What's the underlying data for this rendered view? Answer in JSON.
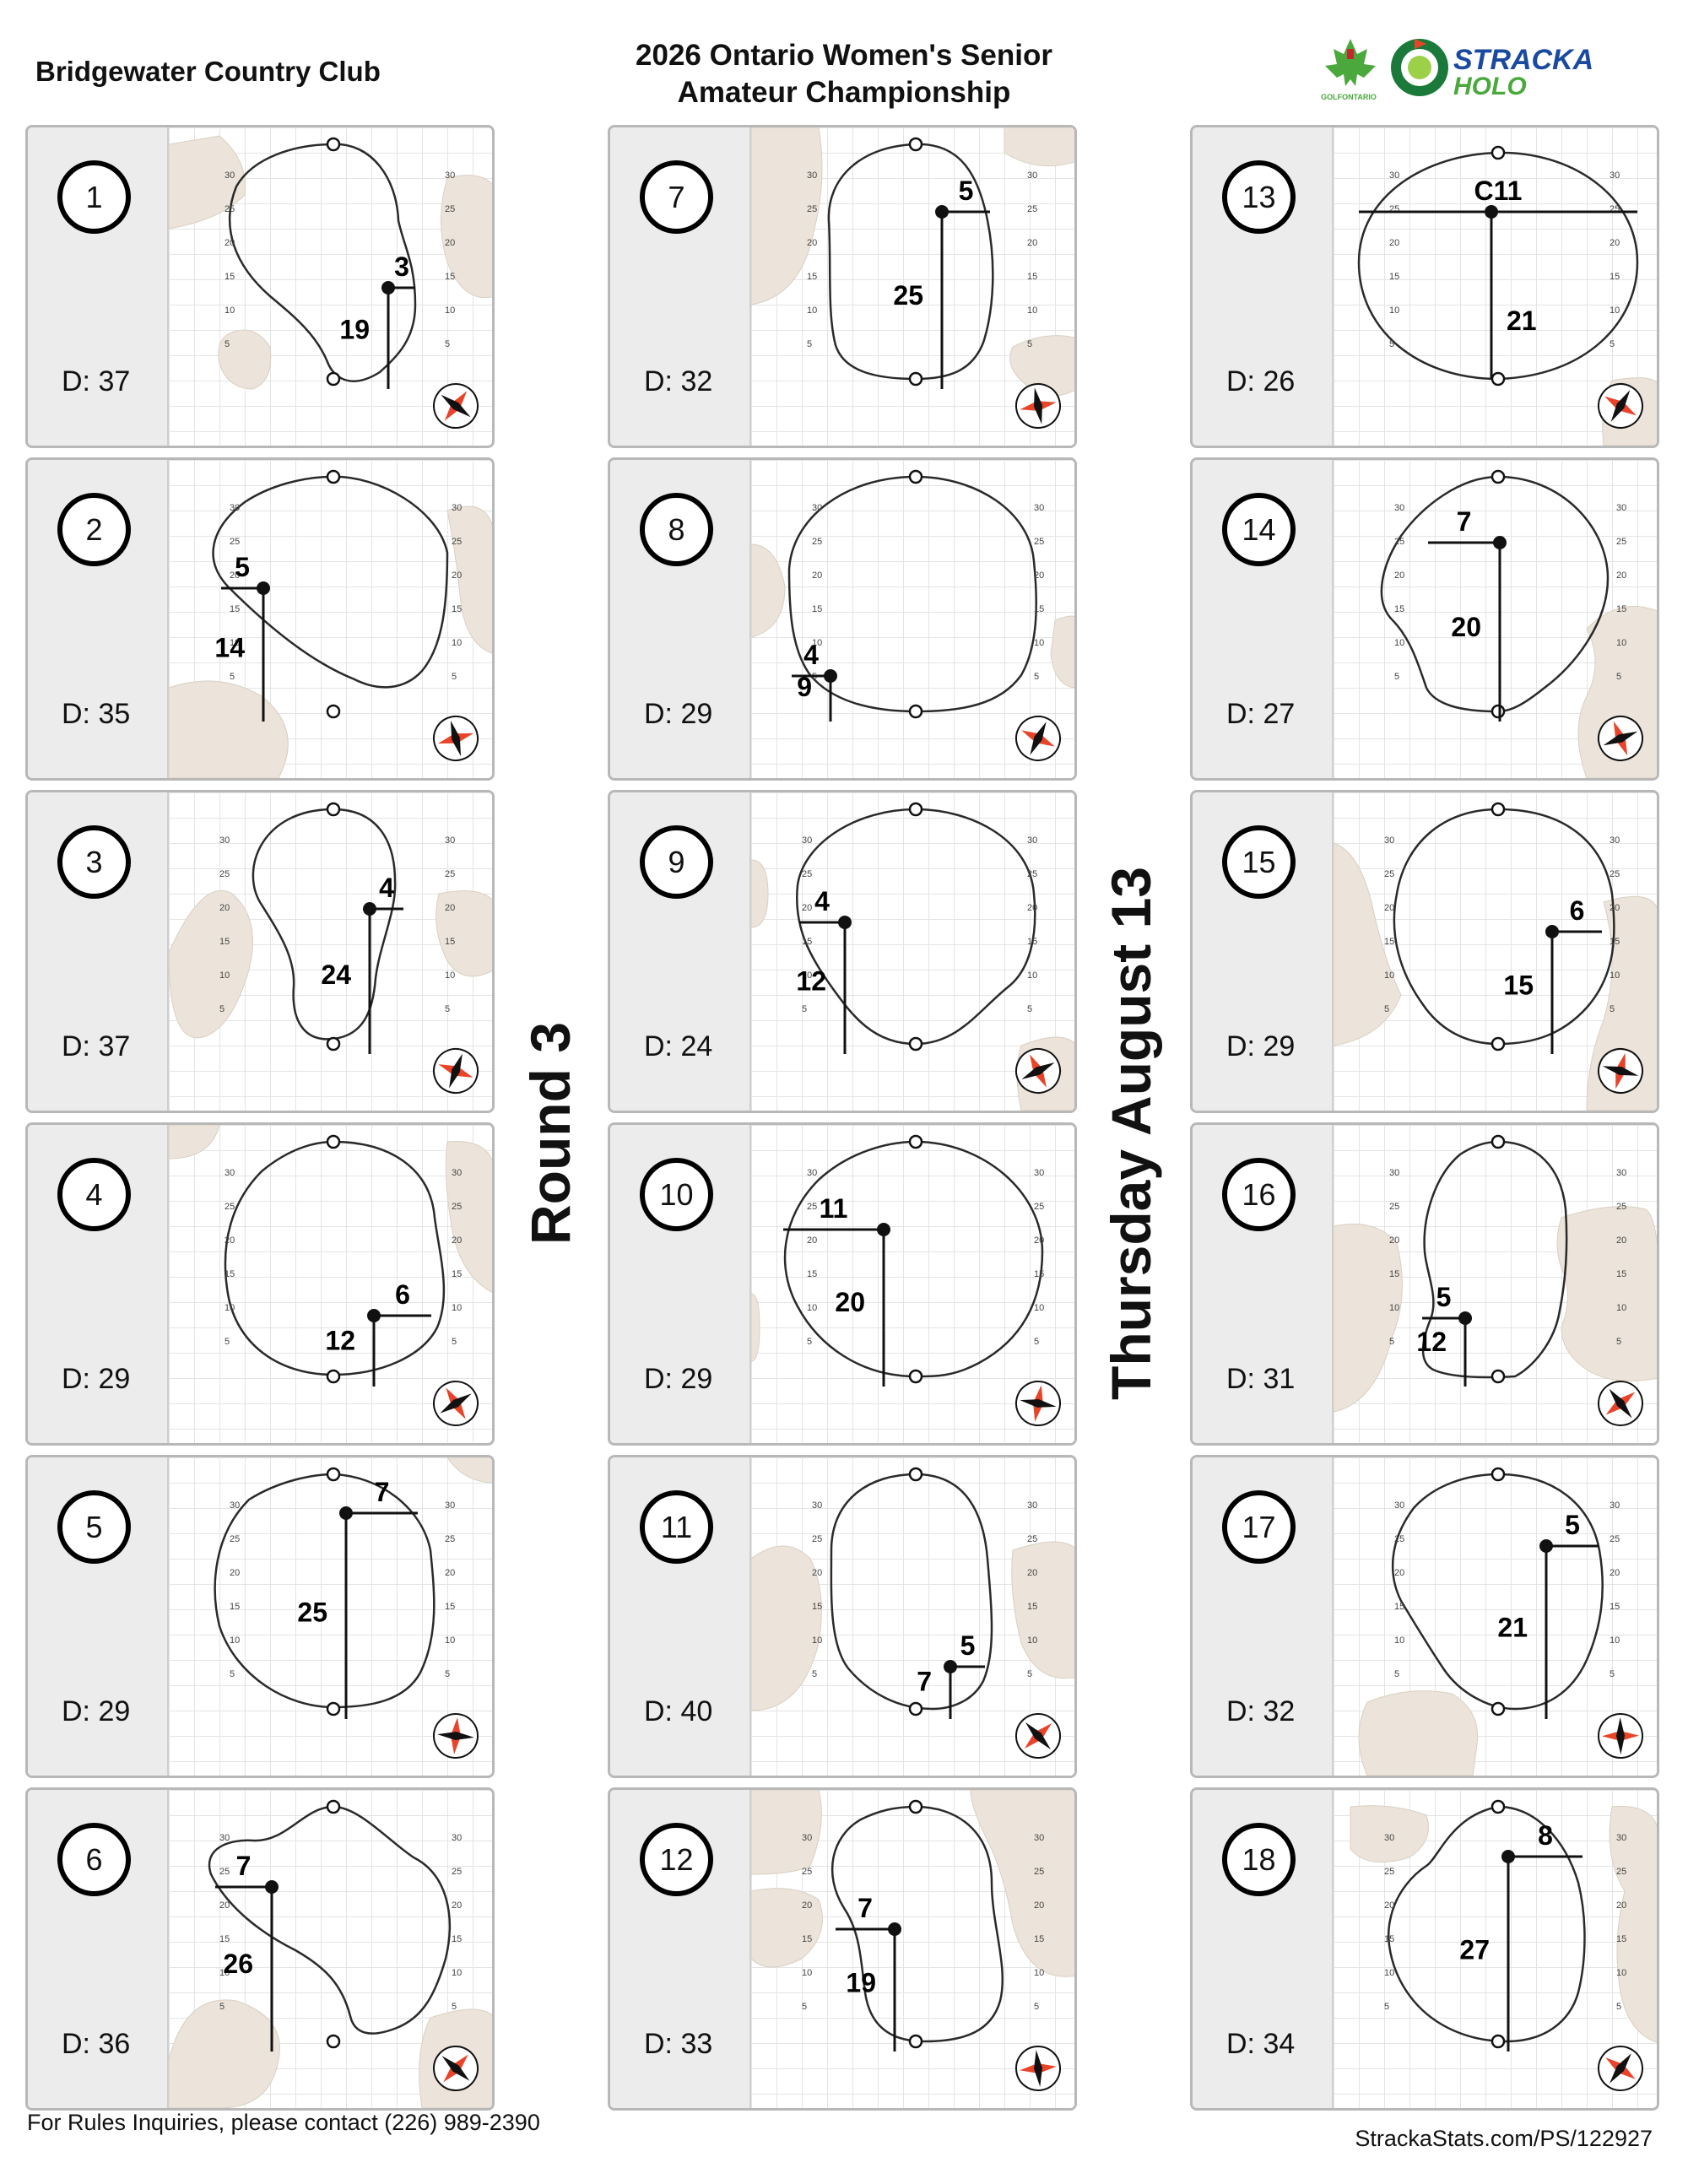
{
  "header": {
    "club": "Bridgewater Country Club",
    "event_line1": "2026 Ontario Women's Senior",
    "event_line2": "Amateur Championship",
    "logo1_text": "GOLFONTARIO",
    "logo2_line1": "STRACKA",
    "logo2_line2": "HOLO"
  },
  "side_text": {
    "round": "Round 3",
    "date": "Thursday August 13"
  },
  "footer": {
    "rules": "For Rules Inquiries, please contact (226) 989-2390",
    "site": "StrackaStats.com/PS/122927"
  },
  "colors": {
    "bunker": "#ece4da",
    "grid": "#e4e4e4",
    "panel": "#ececec",
    "compass_red": "#e8442a",
    "logo_green": "#4aa83c",
    "logo_blue": "#1a4aa0"
  },
  "holes": [
    {
      "number": "1",
      "depth": "D: 37",
      "from_front": "19",
      "from_side": "3",
      "side": "right",
      "top_label": "",
      "depth_num": 37,
      "from_front_num": 19,
      "from_side_num": 3
    },
    {
      "number": "2",
      "depth": "D: 35",
      "from_front": "14",
      "from_side": "5",
      "side": "left",
      "top_label": "",
      "depth_num": 35,
      "from_front_num": 14,
      "from_side_num": 5
    },
    {
      "number": "3",
      "depth": "D: 37",
      "from_front": "24",
      "from_side": "4",
      "side": "right",
      "top_label": "",
      "depth_num": 37,
      "from_front_num": 24,
      "from_side_num": 4
    },
    {
      "number": "4",
      "depth": "D: 29",
      "from_front": "12",
      "from_side": "6",
      "side": "right",
      "top_label": "",
      "depth_num": 29,
      "from_front_num": 12,
      "from_side_num": 6
    },
    {
      "number": "5",
      "depth": "D: 29",
      "from_front": "25",
      "from_side": "7",
      "side": "right",
      "top_label": "",
      "depth_num": 29,
      "from_front_num": 25,
      "from_side_num": 7
    },
    {
      "number": "6",
      "depth": "D: 36",
      "from_front": "26",
      "from_side": "7",
      "side": "left",
      "top_label": "",
      "depth_num": 36,
      "from_front_num": 26,
      "from_side_num": 7
    },
    {
      "number": "7",
      "depth": "D: 32",
      "from_front": "25",
      "from_side": "5",
      "side": "right",
      "top_label": "",
      "depth_num": 32,
      "from_front_num": 25,
      "from_side_num": 5
    },
    {
      "number": "8",
      "depth": "D: 29",
      "from_front": "9",
      "from_side": "4",
      "side": "left",
      "top_label": "",
      "depth_num": 29,
      "from_front_num": 9,
      "from_side_num": 4
    },
    {
      "number": "9",
      "depth": "D: 24",
      "from_front": "12",
      "from_side": "4",
      "side": "left",
      "top_label": "",
      "depth_num": 24,
      "from_front_num": 12,
      "from_side_num": 4
    },
    {
      "number": "10",
      "depth": "D: 29",
      "from_front": "20",
      "from_side": "11",
      "side": "left",
      "top_label": "",
      "depth_num": 29,
      "from_front_num": 20,
      "from_side_num": 11
    },
    {
      "number": "11",
      "depth": "D: 40",
      "from_front": "7",
      "from_side": "5",
      "side": "right",
      "top_label": "",
      "depth_num": 40,
      "from_front_num": 7,
      "from_side_num": 5
    },
    {
      "number": "12",
      "depth": "D: 33",
      "from_front": "19",
      "from_side": "7",
      "side": "left",
      "top_label": "",
      "depth_num": 33,
      "from_front_num": 19,
      "from_side_num": 7
    },
    {
      "number": "13",
      "depth": "D: 26",
      "from_front": "21",
      "from_side": "",
      "side": "center",
      "top_label": "C11",
      "depth_num": 26,
      "from_front_num": 21,
      "from_side_num": 11
    },
    {
      "number": "14",
      "depth": "D: 27",
      "from_front": "20",
      "from_side": "7",
      "side": "left",
      "top_label": "",
      "depth_num": 27,
      "from_front_num": 20,
      "from_side_num": 7
    },
    {
      "number": "15",
      "depth": "D: 29",
      "from_front": "15",
      "from_side": "6",
      "side": "right",
      "top_label": "",
      "depth_num": 29,
      "from_front_num": 15,
      "from_side_num": 6
    },
    {
      "number": "16",
      "depth": "D: 31",
      "from_front": "12",
      "from_side": "5",
      "side": "left",
      "top_label": "",
      "depth_num": 31,
      "from_front_num": 12,
      "from_side_num": 5
    },
    {
      "number": "17",
      "depth": "D: 32",
      "from_front": "21",
      "from_side": "5",
      "side": "right",
      "top_label": "",
      "depth_num": 32,
      "from_front_num": 21,
      "from_side_num": 5
    },
    {
      "number": "18",
      "depth": "D: 34",
      "from_front": "27",
      "from_side": "8",
      "side": "right",
      "top_label": "",
      "depth_num": 34,
      "from_front_num": 27,
      "from_side_num": 8
    }
  ]
}
